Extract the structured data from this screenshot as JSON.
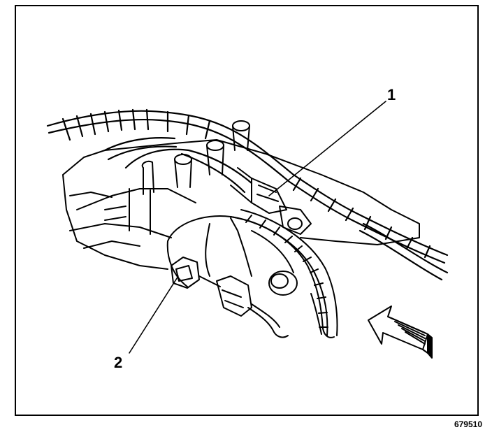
{
  "diagram": {
    "callouts": [
      {
        "id": "1",
        "text": "1"
      },
      {
        "id": "2",
        "text": "2"
      }
    ],
    "figure_number": "679510",
    "line_color": "#000000",
    "background_color": "#ffffff"
  }
}
